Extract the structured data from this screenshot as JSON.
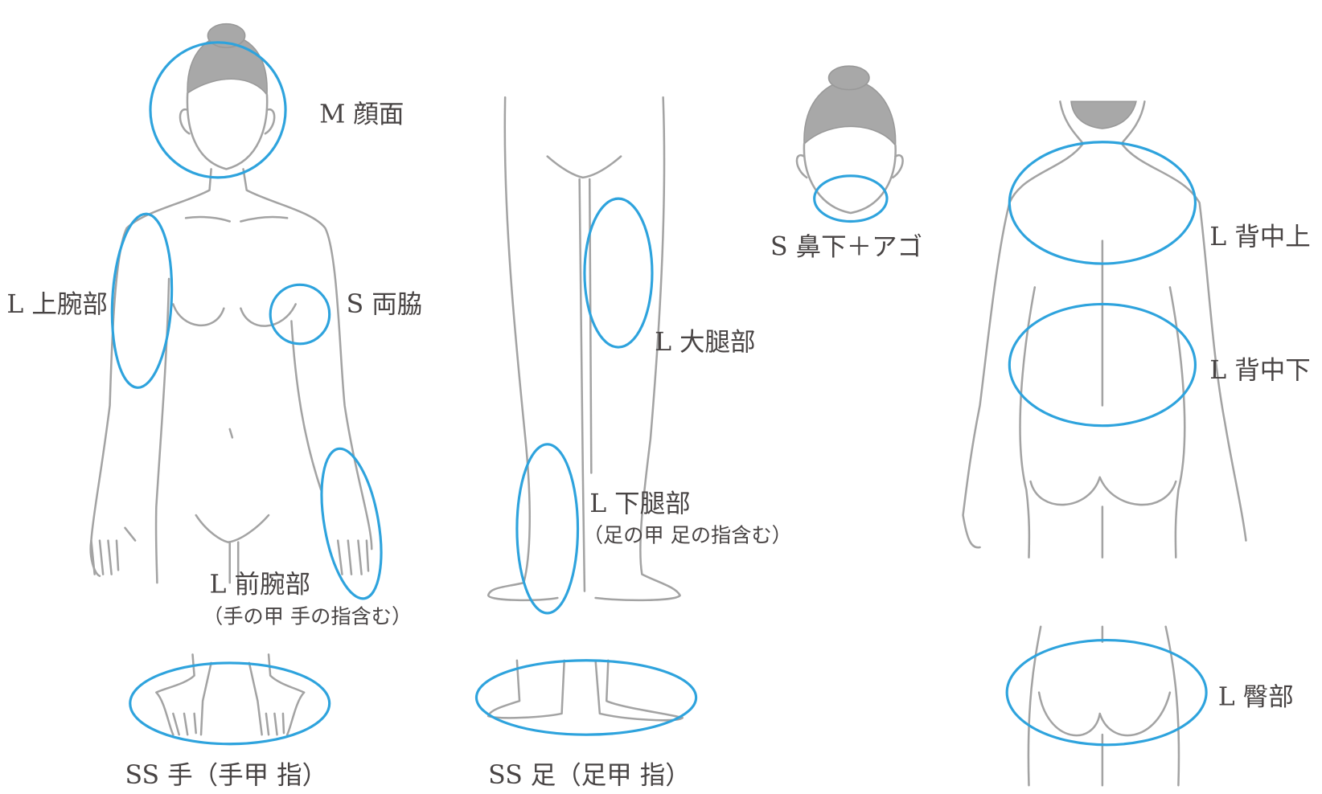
{
  "colors": {
    "zone": "#2ea3dd",
    "outline": "#a3a3a3",
    "text": "#484444"
  },
  "labels": {
    "face": "M 顔面",
    "upper_arm": "L 上腕部",
    "armpits": "S 両脇",
    "forearm": "L 前腕部",
    "forearm_note": "（手の甲 手の指含む）",
    "hands": "SS 手（手甲 指）",
    "thigh": "L 大腿部",
    "lower_leg": "L 下腿部",
    "lower_leg_note": "（足の甲 足の指含む）",
    "feet": "SS 足（足甲 指）",
    "under_nose_chin": "S 鼻下＋アゴ",
    "upper_back": "L 背中上",
    "lower_back": "L 背中下",
    "buttocks": "L 臀部"
  }
}
